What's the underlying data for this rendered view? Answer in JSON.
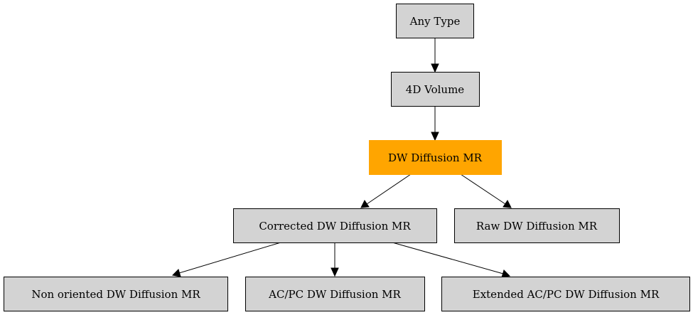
{
  "diagram": {
    "nodes": [
      {
        "id": "any-type",
        "label": "Any Type",
        "highlight": false
      },
      {
        "id": "4d-volume",
        "label": "4D Volume",
        "highlight": false
      },
      {
        "id": "dw-diffusion-mr",
        "label": "DW Diffusion MR",
        "highlight": true
      },
      {
        "id": "corrected-dw-diffusion-mr",
        "label": "Corrected DW Diffusion MR",
        "highlight": false
      },
      {
        "id": "raw-dw-diffusion-mr",
        "label": "Raw DW Diffusion MR",
        "highlight": false
      },
      {
        "id": "non-oriented-dw-diffusion-mr",
        "label": "Non oriented DW Diffusion MR",
        "highlight": false
      },
      {
        "id": "acpc-dw-diffusion-mr",
        "label": "AC/PC DW Diffusion MR",
        "highlight": false
      },
      {
        "id": "extended-acpc-dw-diffusion-mr",
        "label": "Extended AC/PC DW Diffusion MR",
        "highlight": false
      }
    ],
    "edges": [
      {
        "from": "any-type",
        "to": "4d-volume"
      },
      {
        "from": "4d-volume",
        "to": "dw-diffusion-mr"
      },
      {
        "from": "dw-diffusion-mr",
        "to": "corrected-dw-diffusion-mr"
      },
      {
        "from": "dw-diffusion-mr",
        "to": "raw-dw-diffusion-mr"
      },
      {
        "from": "corrected-dw-diffusion-mr",
        "to": "non-oriented-dw-diffusion-mr"
      },
      {
        "from": "corrected-dw-diffusion-mr",
        "to": "acpc-dw-diffusion-mr"
      },
      {
        "from": "corrected-dw-diffusion-mr",
        "to": "extended-acpc-dw-diffusion-mr"
      }
    ],
    "colors": {
      "node_fill": "#d3d3d3",
      "highlight_fill": "#ffa500",
      "edge": "#000000"
    }
  }
}
